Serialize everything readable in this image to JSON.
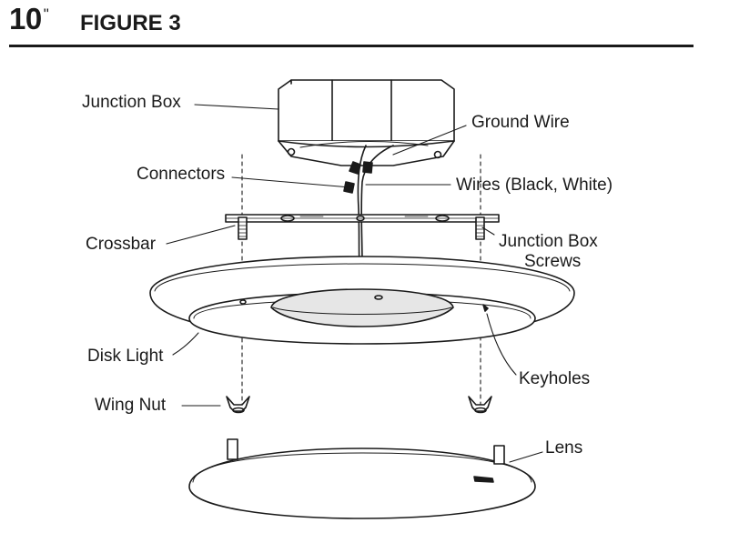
{
  "header": {
    "step_number": "10",
    "step_mark": "\"",
    "figure_title": "FIGURE 3"
  },
  "labels": {
    "junction_box": "Junction Box",
    "ground_wire": "Ground Wire",
    "connectors": "Connectors",
    "wires": "Wires (Black, White)",
    "crossbar": "Crossbar",
    "junction_box_screws_line1": "Junction Box",
    "junction_box_screws_line2": "Screws",
    "disk_light": "Disk Light",
    "keyholes": "Keyholes",
    "wing_nut": "Wing Nut",
    "lens": "Lens"
  },
  "colors": {
    "ink": "#1a1a1a",
    "fill": "#ffffff",
    "shade": "#e6e6e6"
  }
}
